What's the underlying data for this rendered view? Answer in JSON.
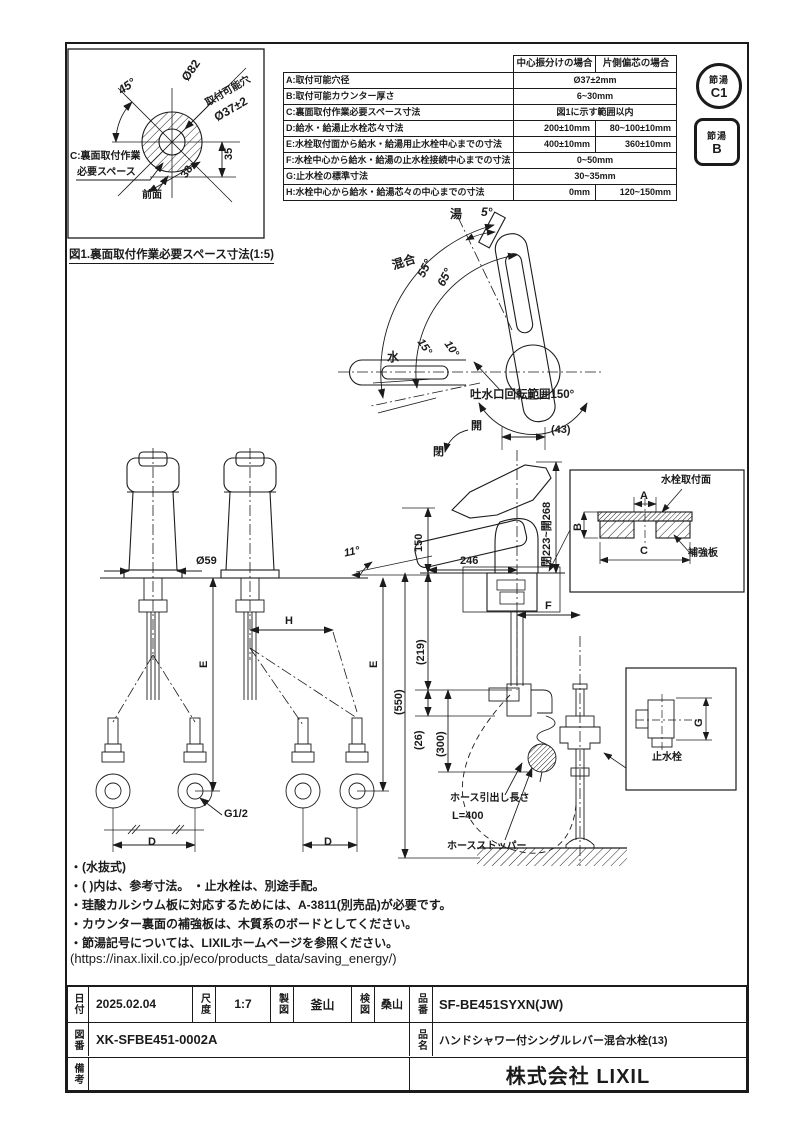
{
  "badges": {
    "eco_c1": {
      "label": "節湯",
      "code": "C1"
    },
    "eco_b": {
      "label": "節湯",
      "code": "B"
    }
  },
  "fig1": {
    "caption": "図1.裏面取付作業必要スペース寸法(1:5)",
    "angle45": "45°",
    "outer_dia": "Ø82",
    "hole_label": "取付可能穴",
    "hole_dia": "Ø37±2",
    "space_label_1": "C:裏面取付作業",
    "space_label_2": "必要スペース",
    "front": "前面",
    "dim_35": "35",
    "dim_38": "38"
  },
  "spec_table": {
    "col_center": "中心振分けの場合",
    "col_offset": "片側偏芯の場合",
    "rows": [
      {
        "label": "A:取付可能穴径",
        "v1": "Ø37±2mm"
      },
      {
        "label": "B:取付可能カウンター厚さ",
        "v1": "6~30mm"
      },
      {
        "label": "C:裏面取付作業必要スペース寸法",
        "v1": "図1に示す範囲以内"
      },
      {
        "label": "D:給水・給湯止水栓芯々寸法",
        "v1": "200±10mm",
        "v2": "80~100±10mm"
      },
      {
        "label": "E:水栓取付面から給水・給湯用止水栓中心までの寸法",
        "v1": "400±10mm",
        "v2": "360±10mm"
      },
      {
        "label": "F:水栓中心から給水・給湯の止水栓接続中心までの寸法",
        "v1": "0~50mm"
      },
      {
        "label": "G:止水栓の標準寸法",
        "v1": "30~35mm"
      },
      {
        "label": "H:水栓中心から給水・給湯芯々の中心までの寸法",
        "v1": "0mm",
        "v2": "120~150mm"
      }
    ]
  },
  "top_view": {
    "hot": "湯",
    "deg5": "5°",
    "mix": "混合",
    "deg55": "55°",
    "deg65": "65°",
    "cold": "水",
    "deg15": "15°",
    "deg10": "10°",
    "rotation": "吐水口回転範囲150°"
  },
  "front_view": {
    "open": "開",
    "close": "閉",
    "dim43": "(43)",
    "stroke": "閉223~開268",
    "dim150": "150",
    "deg11": "11°",
    "dim246": "246",
    "dia59": "Ø59",
    "dimH": "H",
    "dimE": "E",
    "dim550": "(550)",
    "dim219": "(219)",
    "dim26": "(26)",
    "dim300": "(300)",
    "dimF": "F",
    "dimD": "D",
    "thread": "G1/2",
    "hose_len_1": "ホース引出し長さ",
    "hose_len_2": "L=400",
    "hose_stopper": "ホースストッパー"
  },
  "inset_mount": {
    "surface": "水栓取付面",
    "board": "補強板",
    "a": "A",
    "b": "B",
    "c": "C"
  },
  "inset_valve": {
    "label": "止水栓",
    "g": "G"
  },
  "notes": {
    "line1": "・(水抜式)",
    "line2": "・( )内は、参考寸法。 ・止水栓は、別途手配。",
    "line3": "・珪酸カルシウム板に対応するためには、A-3811(別売品)が必要です。",
    "line4": "・カウンター裏面の補強板は、木質系のボードとしてください。",
    "line5": "・節湯記号については、LIXILホームページを参照ください。",
    "line6": "(https://inax.lixil.co.jp/eco/products_data/saving_energy/)"
  },
  "title_block": {
    "date_label": "日付",
    "date": "2025.02.04",
    "scale_label": "尺度",
    "scale": "1:7",
    "drafter_label": "製図",
    "drafter": "釜山",
    "checker_label": "検図",
    "checker": "桑山",
    "part_no_label": "品番",
    "part_no": "SF-BE451SYXN(JW)",
    "dwg_no_label": "図番",
    "dwg_no": "XK-SFBE451-0002A",
    "name_label": "品名",
    "name": "ハンドシャワー付シングルレバー混合水栓(13)",
    "remarks_label": "備考",
    "company": "株式会社 LIXIL"
  }
}
